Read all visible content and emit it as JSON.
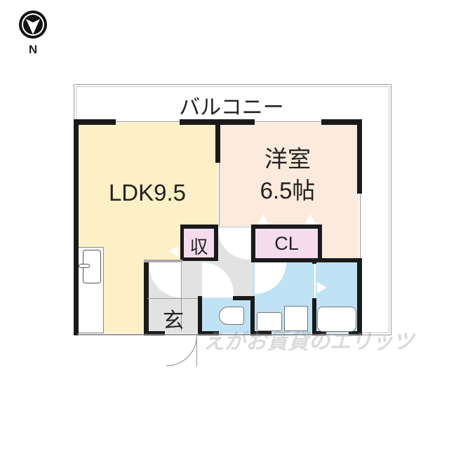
{
  "compass": {
    "label": "N",
    "icon": "north-arrow-icon"
  },
  "balcony": {
    "label": "バルコニー"
  },
  "rooms": {
    "ldk": {
      "label": "LDK9.5",
      "color": "#fdf0c6"
    },
    "western": {
      "line1": "洋室",
      "line2": "6.5帖",
      "color": "#fcebdc"
    },
    "storage": {
      "label": "収",
      "color": "#f5dcec"
    },
    "closet": {
      "label": "CL",
      "color": "#f5dcec"
    },
    "entrance": {
      "label": "玄",
      "color": "#e2e2e2"
    },
    "hall": {
      "color": "#e2e2e2"
    },
    "toilet": {
      "color": "#bfe2f5"
    },
    "washroom": {
      "color": "#bfe2f5"
    },
    "bathroom": {
      "color": "#bfe2f5"
    }
  },
  "watermark": {
    "text": "えがお賃貸のエリッツ"
  }
}
